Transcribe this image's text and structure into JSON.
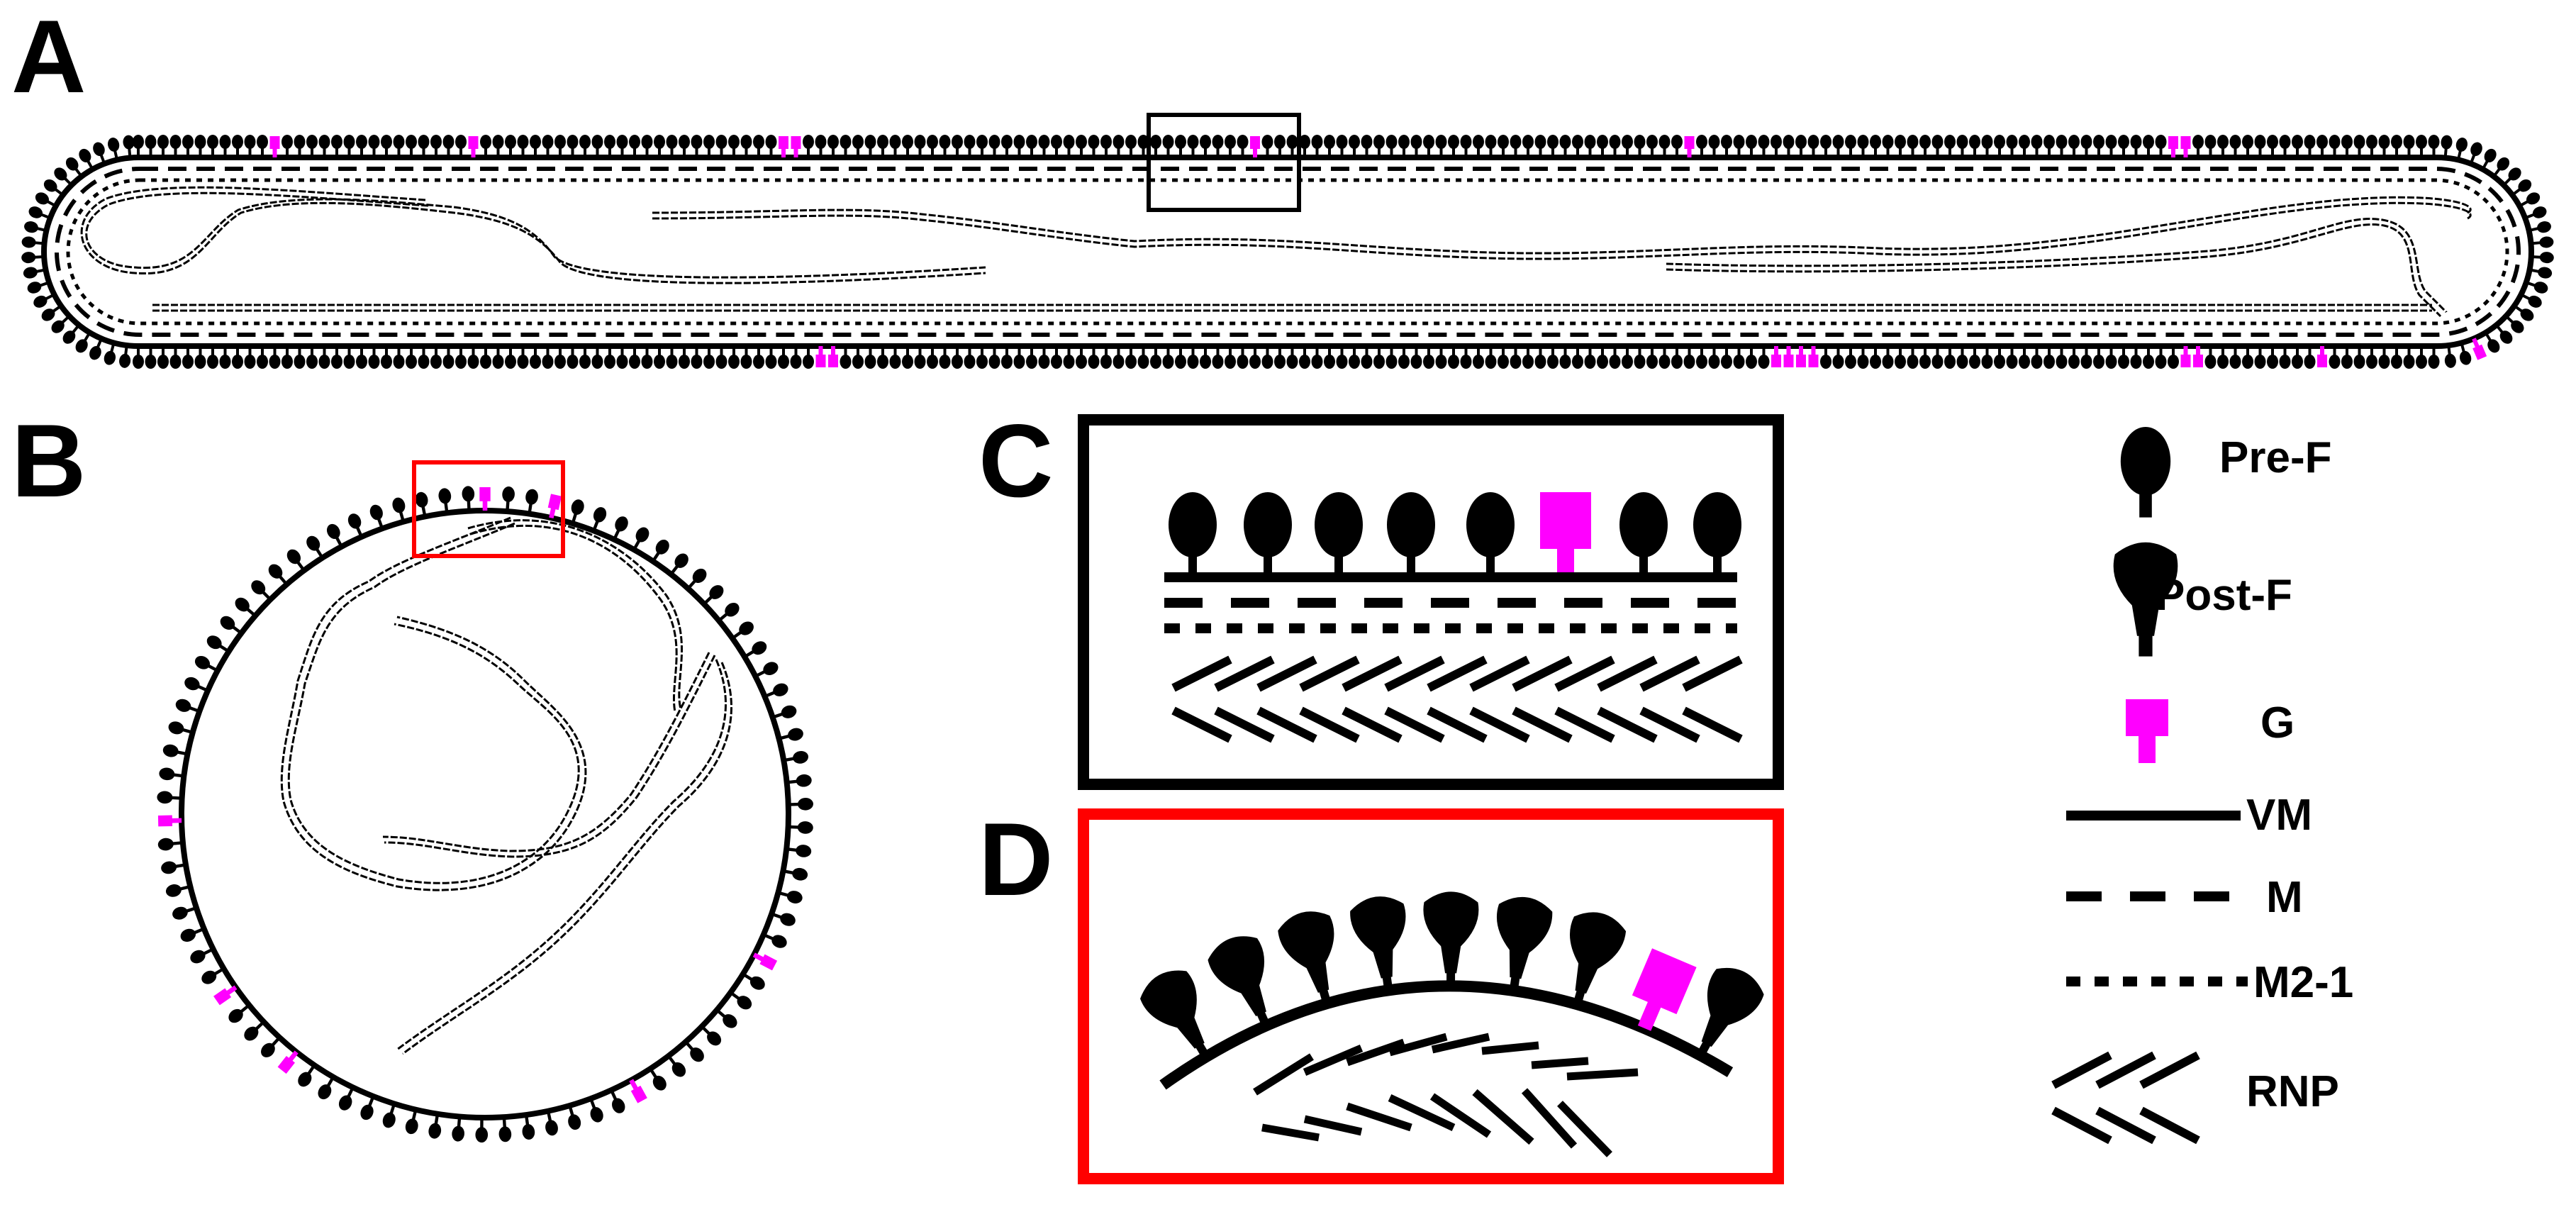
{
  "panels": {
    "a": {
      "label": "A"
    },
    "b": {
      "label": "B"
    },
    "c": {
      "label": "C"
    },
    "d": {
      "label": "D"
    }
  },
  "legend": {
    "pre_f": "Pre-F",
    "post_f": "Post-F",
    "g": "G",
    "vm": "VM",
    "m": "M",
    "m2_1": "M2-1",
    "rnp": "RNP"
  },
  "colors": {
    "ink": "#000000",
    "glycoprotein_g": "#ff00ff",
    "highlight_box_b": "#ff0000",
    "background": "#ffffff"
  },
  "icons": [
    "pre-fusion-f-glycoprotein-icon",
    "post-fusion-f-glycoprotein-icon",
    "g-glycoprotein-icon",
    "viral-membrane-line-icon",
    "matrix-protein-dashed-line-icon",
    "m2-1-dotted-line-icon",
    "rnp-helix-icon"
  ]
}
